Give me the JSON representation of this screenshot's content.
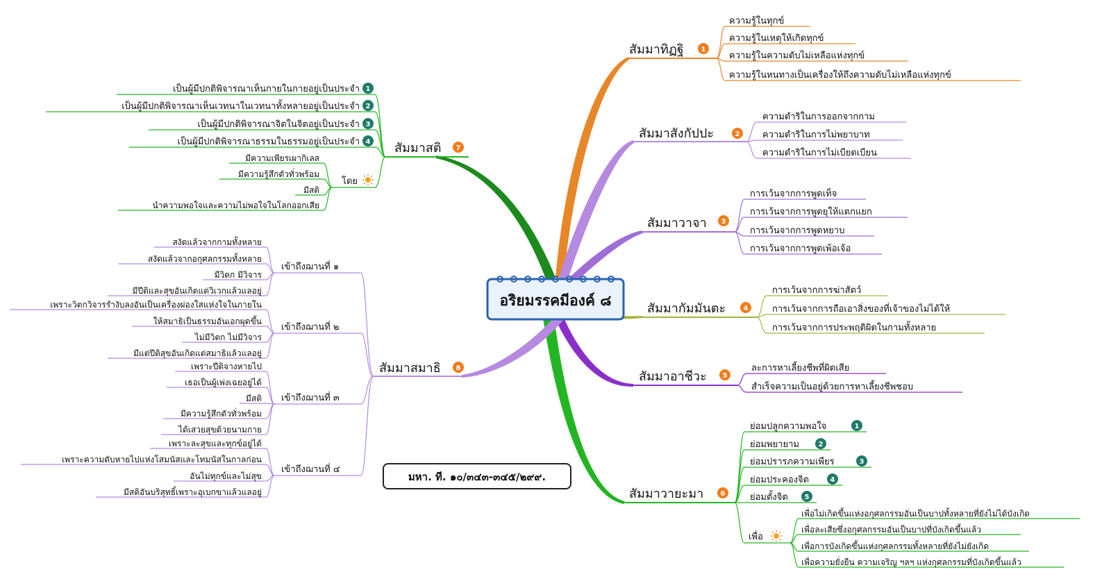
{
  "center": {
    "title": "อริยมรรคมีองค์ ๘"
  },
  "reference": "มหา. ที. ๑๐/๓๔๓-๓๔๕/๒๙๙.",
  "colors": {
    "orange": "#e8862a",
    "purple_light": "#b58ae0",
    "purple_mid": "#9f6fd6",
    "olive": "#a4b23a",
    "violet": "#8a2fc8",
    "green": "#24b524",
    "badge_orange": "#f07c1a",
    "badge_teal": "#1f7a6a"
  },
  "branches": {
    "b1": {
      "label": "สัมมาทิฏฐิ",
      "num": "1",
      "leaves": [
        "ความรู้ในทุกข์",
        "ความรู้ในเหตุให้เกิดทุกข์",
        "ความรู้ในความดับไม่เหลือแห่งทุกข์",
        "ความรู้ในหนทางเป็นเครื่องให้ถึงความดับไม่เหลือแห่งทุกข์"
      ]
    },
    "b2": {
      "label": "สัมมาสังกัปปะ",
      "num": "2",
      "leaves": [
        "ความดำริในการออกจากกาม",
        "ความดำริในการไม่พยาบาท",
        "ความดำริในการไม่เบียดเบียน"
      ]
    },
    "b3": {
      "label": "สัมมาวาจา",
      "num": "3",
      "leaves": [
        "การเว้นจากการพูดเท็จ",
        "การเว้นจากการพูดยุให้แตกแยก",
        "การเว้นจากการพูดหยาบ",
        "การเว้นจากการพูดเพ้อเจ้อ"
      ]
    },
    "b4": {
      "label": "สัมมากัมมันตะ",
      "num": "4",
      "leaves": [
        "การเว้นจากการฆ่าสัตว์",
        "การเว้นจากการถือเอาสิ่งของที่เจ้าของไม่ได้ให้",
        "การเว้นจากการประพฤติผิดในกามทั้งหลาย"
      ]
    },
    "b5": {
      "label": "สัมมาอาชีวะ",
      "num": "5",
      "leaves": [
        "ละการหาเลี้ยงชีพที่ผิดเสีย",
        "สำเร็จความเป็นอยู่ด้วยการหาเลี้ยงชีพชอบ"
      ]
    },
    "b6": {
      "label": "สัมมาวายะมา",
      "num": "6",
      "leaves": [
        {
          "text": "ย่อมปลูกความพอใจ",
          "num": "1"
        },
        {
          "text": "ย่อมพยายาม",
          "num": "2"
        },
        {
          "text": "ย่อมปรารภความเพียร",
          "num": "3"
        },
        {
          "text": "ย่อมประคองจิต",
          "num": "4"
        },
        {
          "text": "ย่อมตั้งจิต",
          "num": "5"
        }
      ],
      "sub": {
        "label": "เพื่อ",
        "leaves": [
          "เพื่อไม่เกิดขึ้นแห่งอกุศลกรรมอันเป็นบาปทั้งหลายที่ยังไม่ได้บังเกิด",
          "เพื่อละเสียซึ่งอกุศลกรรมอันเป็นบาปที่บังเกิดขึ้นแล้ว",
          "เพื่อการบังเกิดขึ้นแห่งกุศลกรรมทั้งหลายที่ยังไม่ยังเกิด",
          "เพื่อความยั่งยืน ความเจริญ ฯลฯ แห่งกุศลกรรมที่บังเกิดขึ้นแล้ว"
        ]
      }
    },
    "b7": {
      "label": "สัมมาสติ",
      "num": "7",
      "leaves": [
        {
          "text": "เป็นผู้มีปกติพิจารณาเห็นกายในกายอยู่เป็นประจำ",
          "num": "1"
        },
        {
          "text": "เป็นผู้มีปกติพิจารณาเห็นเวทนาในเวทนาทั้งหลายอยู่เป็นประจำ",
          "num": "2"
        },
        {
          "text": "เป็นผู้มีปกติพิจารณาจิตในจิตอยู่เป็นประจำ",
          "num": "3"
        },
        {
          "text": "เป็นผู้มีปกติพิจารณาธรรมในธรรมอยู่เป็นประจำ",
          "num": "4"
        }
      ],
      "sub": {
        "label": "โดย",
        "leaves": [
          "มีความเพียรเผากิเลส",
          "มีความรู้สึกตัวทั่วพร้อม",
          "มีสติ",
          "นำความพอใจและความไม่พอใจในโลกออกเสีย"
        ]
      }
    },
    "b8": {
      "label": "สัมมาสมาธิ",
      "num": "8",
      "subs": [
        {
          "label": "เข้าถึงฌานที่ ๑",
          "leaves": [
            "สงัดแล้วจากกามทั้งหลาย",
            "สงัดแล้วจากอกุศลกรรมทั้งหลาย",
            "มีวิตก มีวิจาร",
            "มีปีติและสุขอันเกิดแต่วิเวกแล้วแลอยู่"
          ]
        },
        {
          "label": "เข้าถึงฌานที่ ๒",
          "leaves": [
            "เพราะวิตกวิจารรำงับลงอันเป็นเครื่องผ่องใสแห่งใจในภายใน",
            "ให้สมาธิเป็นธรรมอันเอกผุดขึ้น",
            "ไม่มีวิตก ไม่มีวิจาร",
            "มีแต่ปีติสุขอันเกิดแต่สมาธิแล้วแลอยู่"
          ]
        },
        {
          "label": "เข้าถึงฌานที่ ๓",
          "leaves": [
            "เพราะปีติจางหายไป",
            "เธอเป็นผู้เพ่งเฉยอยู่ได้",
            "มีสติ",
            "มีความรู้สึกตัวทั่วพร้อม",
            "ได้เสวยสุขด้วยนามกาย"
          ]
        },
        {
          "label": "เข้าถึงฌานที่ ๔",
          "leaves": [
            "เพราะละสุขและทุกข์อยู่ได้",
            "เพราะความดับหายไปแห่งโสมนัสและโทมนัสในกาลก่อน",
            "อันไม่ทุกข์และไม่สุข",
            "มีสติอันบริสุทธิ์เพราะอุเบกขาแล้วแลอยู่"
          ]
        }
      ]
    }
  }
}
